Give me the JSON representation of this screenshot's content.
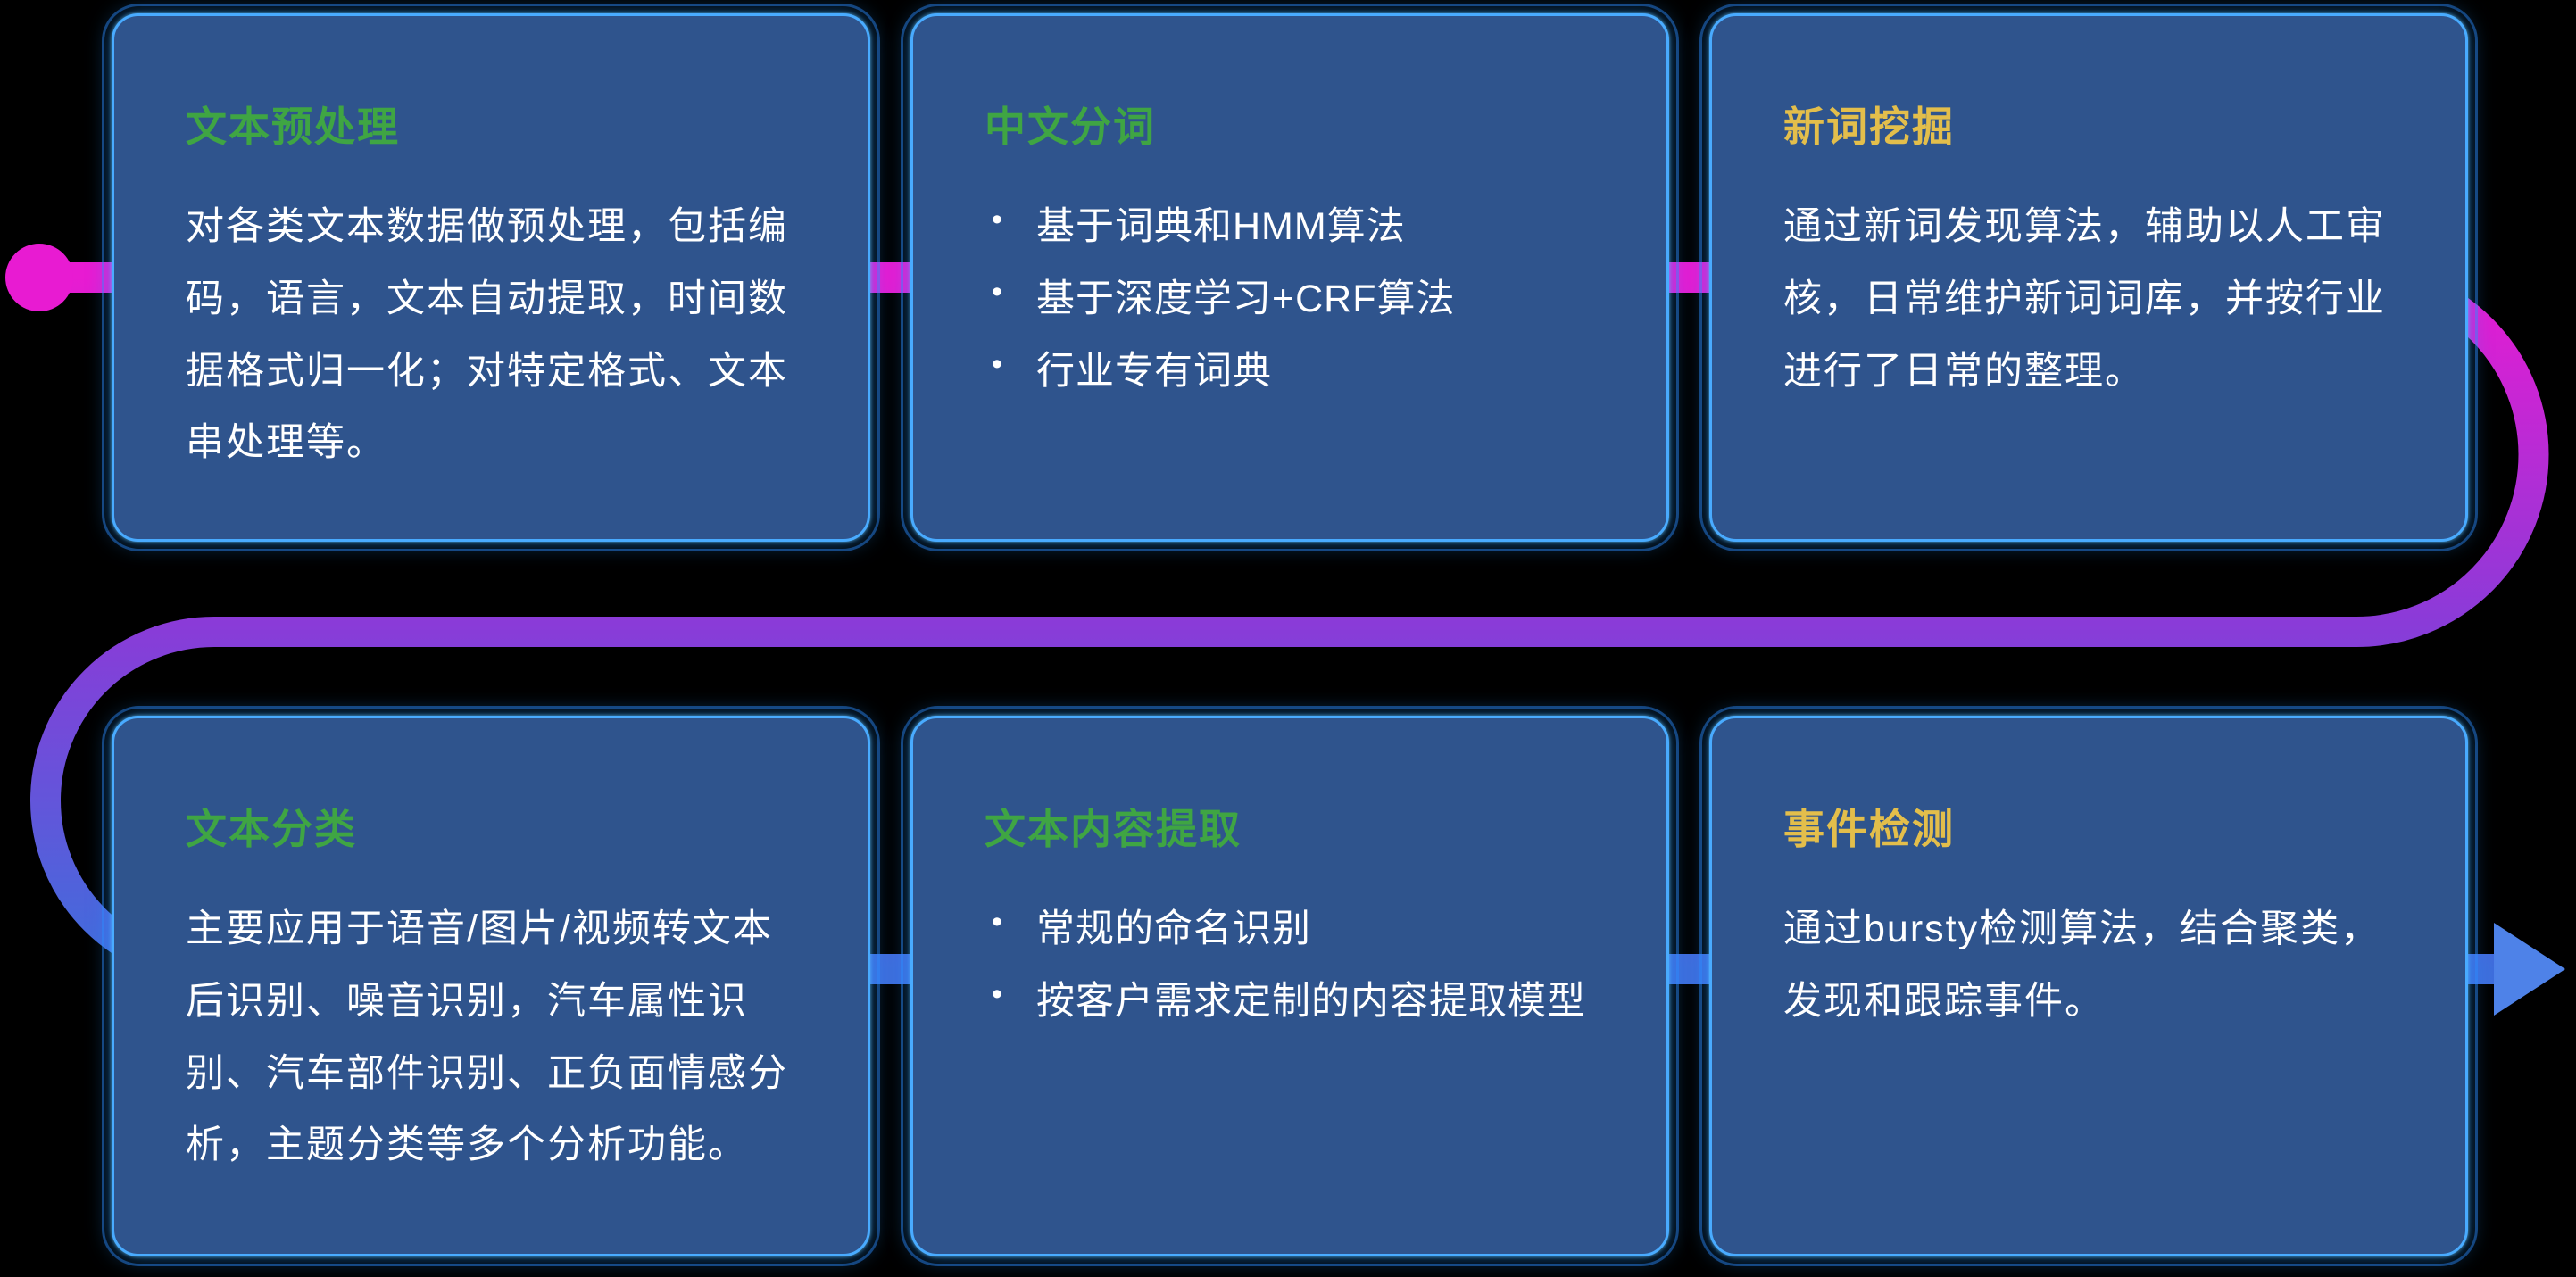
{
  "cards": [
    {
      "title": "文本预处理",
      "title_color": "green",
      "type": "paragraph",
      "body": "对各类文本数据做预处理，包括编码，语言，文本自动提取，时间数据格式归一化；对特定格式、文本串处理等。"
    },
    {
      "title": "中文分词",
      "title_color": "green",
      "type": "bullets",
      "bullets": [
        "基于词典和HMM算法",
        "基于深度学习+CRF算法",
        "行业专有词典"
      ]
    },
    {
      "title": "新词挖掘",
      "title_color": "yellow",
      "type": "paragraph",
      "body": "通过新词发现算法，辅助以人工审核，日常维护新词词库，并按行业进行了日常的整理。"
    },
    {
      "title": "文本分类",
      "title_color": "green",
      "type": "paragraph",
      "body": "主要应用于语音/图片/视频转文本后识别、噪音识别，汽车属性识别、汽车部件识别、正负面情感分析，主题分类等多个分析功能。"
    },
    {
      "title": "文本内容提取",
      "title_color": "green",
      "type": "bullets",
      "bullets": [
        "常规的命名识别",
        "按客户需求定制的内容提取模型"
      ]
    },
    {
      "title": "事件检测",
      "title_color": "yellow",
      "type": "paragraph",
      "body": "通过bursty检测算法，结合聚类，发现和跟踪事件。"
    }
  ],
  "flow": {
    "start_icon": "dot",
    "end_icon": "arrow-right"
  },
  "colors": {
    "green": "#3FA543",
    "yellow": "#E3BE4B",
    "text": "#FFFFFF",
    "card_bg": "#2F548D",
    "card_border": "#49ABFF",
    "magenta": "#E81BD2",
    "purple": "#8A3BD8",
    "blue": "#3E6EDC",
    "arrow": "#4E82E8"
  }
}
